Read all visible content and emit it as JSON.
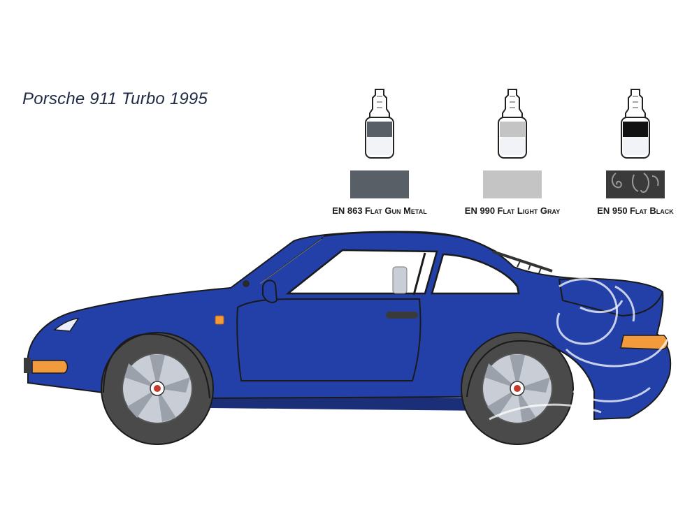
{
  "title": "Porsche 911 Turbo 1995",
  "paints": [
    {
      "code": "EN 863",
      "name": "Flat Gun Metal",
      "color": "#595f66"
    },
    {
      "code": "EN 990",
      "name": "Flat Light Gray",
      "color": "#c4c4c4"
    },
    {
      "code": "EN 950",
      "name": "Flat Black",
      "color": "#3a3a3a"
    }
  ],
  "colors": {
    "body": "#2240a8",
    "body_dark": "#17307f",
    "tyre": "#4a4a4a",
    "wheel": "#c9ced6",
    "indicator": "#f29b3c"
  }
}
